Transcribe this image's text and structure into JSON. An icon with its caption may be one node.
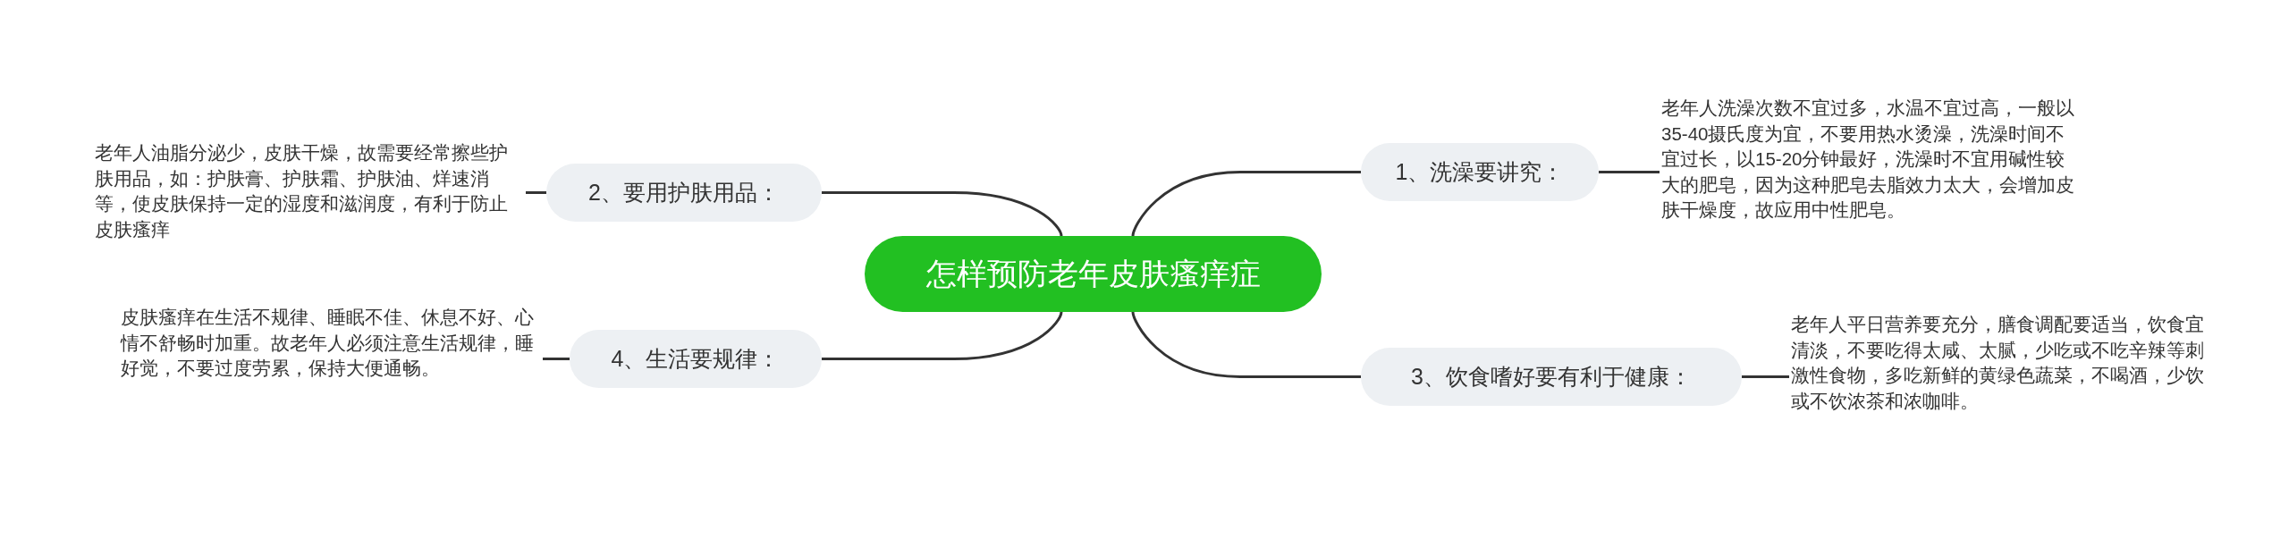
{
  "diagram": {
    "nodes": [
      {
        "text": [
          "怎样预防老年皮肤瘙痒症"
        ]
      },
      {
        "text": [
          "1、洗澡要讲究："
        ]
      },
      {
        "text": [
          "老年人洗澡次数不宜过多，水温不宜过高，一般以35-40摄氏度为宜，不要用热水烫澡，洗澡时间不宜过长，以15-20分钟最好，洗澡时不宜用碱性较大的肥皂，因为这种肥皂去脂效力太大，会增加皮肤干燥度，故应用中性肥皂。"
        ]
      },
      {
        "text": [
          "2、要用护肤用品："
        ]
      },
      {
        "text": [
          "老年人油脂分泌少，皮肤干燥，故需要经常擦些护肤用品，如：护肤膏、护肤霜、护肤油、烊速消等，使皮肤保持一定的湿度和滋润度，有利于防止皮肤瘙痒"
        ]
      },
      {
        "text": [
          "3、饮食嗜好要有利于健康："
        ]
      },
      {
        "text": [
          "老年人平日营养要充分，膳食调配要适当，饮食宜清淡，不要吃得太咸、太腻，少吃或不吃辛辣等刺激性食物，多吃新鲜的黄绿色蔬菜，不喝酒，少饮或不饮浓茶和浓咖啡。"
        ]
      },
      {
        "text": [
          "4、生活要规律："
        ]
      },
      {
        "text": [
          "皮肤瘙痒在生活不规律、睡眠不佳、休息不好、心情不舒畅时加重。故老年人必须注意生活规律，睡好觉，不要过度劳累，保持大便通畅。"
        ]
      }
    ],
    "edges": [
      {
        "from": 0,
        "to": 1,
        "arrow": "none"
      },
      {
        "from": 1,
        "to": 2,
        "arrow": "none"
      },
      {
        "from": 0,
        "to": 3,
        "arrow": "none"
      },
      {
        "from": 3,
        "to": 4,
        "arrow": "none"
      },
      {
        "from": 0,
        "to": 5,
        "arrow": "none"
      },
      {
        "from": 5,
        "to": 6,
        "arrow": "none"
      },
      {
        "from": 0,
        "to": 7,
        "arrow": "none"
      },
      {
        "from": 7,
        "to": 8,
        "arrow": "none"
      }
    ]
  }
}
